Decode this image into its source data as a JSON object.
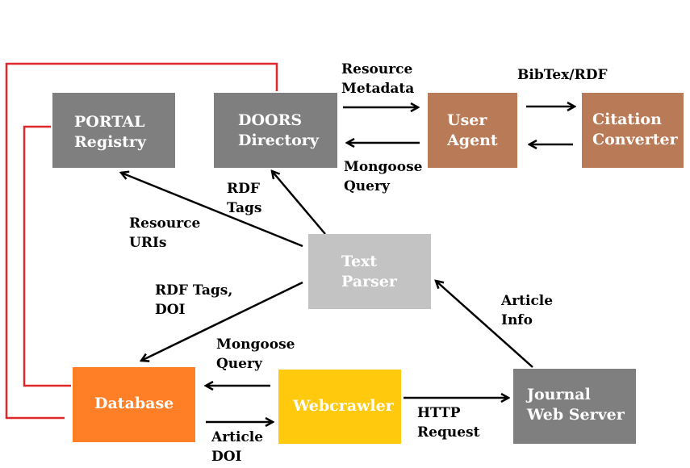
{
  "colors": {
    "gray_box": "#7f7f7f",
    "light_gray_box": "#c3c3c3",
    "brown_box": "#b97a57",
    "orange_box": "#ff7f27",
    "yellow_box": "#ffc90e",
    "red_line": "#e0282b",
    "arrow": "#000000"
  },
  "nodes": {
    "portal": {
      "label": "PORTAL\nRegistry"
    },
    "doors": {
      "label": "DOORS\nDirectory"
    },
    "user_agent": {
      "label": "User\nAgent"
    },
    "citation": {
      "label": "Citation\nConverter"
    },
    "text_parser": {
      "label": "Text\nParser"
    },
    "database": {
      "label": "Database"
    },
    "webcrawler": {
      "label": "Webcrawler"
    },
    "journal": {
      "label": "Journal\nWeb Server"
    }
  },
  "edge_labels": {
    "resource_metadata": "Resource\nMetadata",
    "bibtex_rdf": "BibTex/RDF",
    "mongoose_query_top": "Mongoose\nQuery",
    "rdf_tags": "RDF\nTags",
    "resource_uris": "Resource\nURIs",
    "rdf_tags_doi": "RDF Tags,\nDOI",
    "article_info": "Article\nInfo",
    "mongoose_query_bottom": "Mongoose\nQuery",
    "http_request": "HTTP\nRequest",
    "article_doi": "Article\nDOI"
  }
}
